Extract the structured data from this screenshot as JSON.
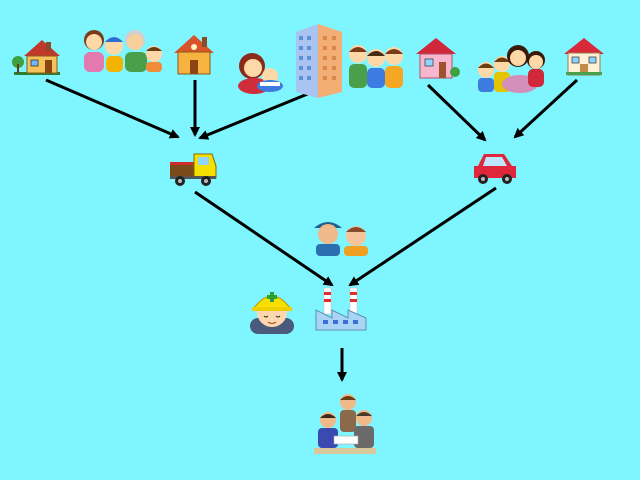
{
  "background": "#7ff5ff",
  "arrow_color": "#000000",
  "top_row": [
    {
      "id": "house-1",
      "icon": "house-icon"
    },
    {
      "id": "family-1",
      "icon": "family-group-icon"
    },
    {
      "id": "house-2",
      "icon": "house-icon"
    },
    {
      "id": "mother-child",
      "icon": "mother-child-icon"
    },
    {
      "id": "apartment",
      "icon": "apartment-building-icon"
    },
    {
      "id": "family-2",
      "icon": "family-group-icon"
    },
    {
      "id": "house-3",
      "icon": "house-icon"
    },
    {
      "id": "family-3",
      "icon": "family-group-icon"
    },
    {
      "id": "house-4",
      "icon": "house-icon"
    }
  ],
  "middle_row": [
    {
      "id": "garbage-truck",
      "icon": "truck-icon"
    },
    {
      "id": "car",
      "icon": "car-icon"
    }
  ],
  "lower": [
    {
      "id": "workers",
      "icon": "workers-icon"
    },
    {
      "id": "helmet-worker",
      "icon": "helmet-worker-icon"
    },
    {
      "id": "factory",
      "icon": "factory-icon"
    },
    {
      "id": "people-meeting",
      "icon": "people-meeting-icon"
    }
  ],
  "edges": [
    {
      "from": "house-1",
      "to": "garbage-truck"
    },
    {
      "from": "house-2",
      "to": "garbage-truck"
    },
    {
      "from": "mother-child",
      "to": "garbage-truck"
    },
    {
      "from": "house-3",
      "to": "car"
    },
    {
      "from": "house-4",
      "to": "car"
    },
    {
      "from": "garbage-truck",
      "to": "factory"
    },
    {
      "from": "car",
      "to": "factory"
    },
    {
      "from": "factory",
      "to": "people-meeting"
    }
  ]
}
